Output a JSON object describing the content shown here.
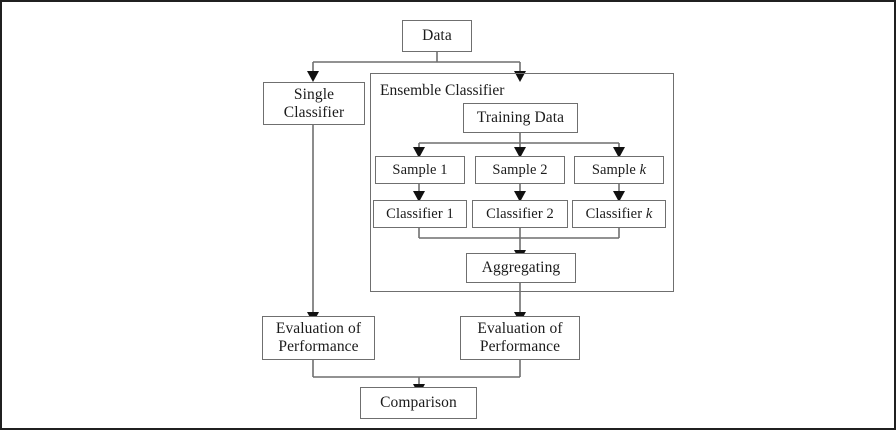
{
  "diagram": {
    "title": "Single Classifier vs Ensemble Classifier comparison flowchart",
    "nodes": {
      "data": "Data",
      "single_classifier_line1": "Single",
      "single_classifier_line2": "Classifier",
      "ensemble_title": "Ensemble Classifier",
      "training_data": "Training Data",
      "sample_1": "Sample 1",
      "sample_2": "Sample 2",
      "sample_k_prefix": "Sample ",
      "sample_k_symbol": "k",
      "classifier_1": "Classifier 1",
      "classifier_2": "Classifier 2",
      "classifier_k_prefix": "Classifier ",
      "classifier_k_symbol": "k",
      "aggregating": "Aggregating",
      "evaluation_left_line1": "Evaluation of",
      "evaluation_left_line2": "Performance",
      "evaluation_right_line1": "Evaluation of",
      "evaluation_right_line2": "Performance",
      "comparison": "Comparison"
    },
    "colors": {
      "box_border": "#6f6f6f",
      "connector": "#6f6f6f",
      "arrowhead": "#111111",
      "page_border": "#202020",
      "background": "#ffffff",
      "text": "#1b1b1b"
    }
  }
}
